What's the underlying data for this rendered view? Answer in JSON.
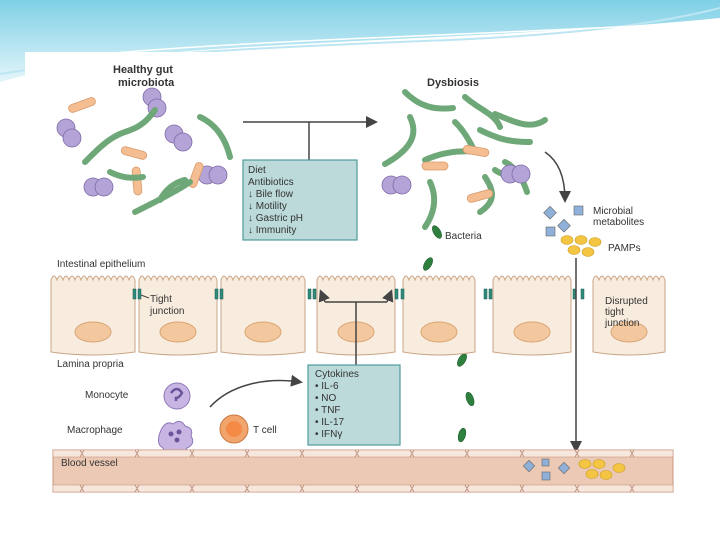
{
  "labels": {
    "healthy_line1": "Healthy gut",
    "healthy_line2": "microbiota",
    "dysbiosis": "Dysbiosis",
    "microbial_line1": "Microbial",
    "microbial_line2": "metabolites",
    "pamps": "PAMPs",
    "bacteria": "Bacteria",
    "intestinal_epithelium": "Intestinal epithelium",
    "tight_line1": "Tight",
    "tight_line2": "junction",
    "disrupted_line1": "Disrupted",
    "disrupted_line2": "tight",
    "disrupted_line3": "junction",
    "lamina_propria": "Lamina propria",
    "monocyte": "Monocyte",
    "macrophage": "Macrophage",
    "tcell": "T cell",
    "blood_vessel": "Blood vessel"
  },
  "factors_box": {
    "items": [
      "Diet",
      "Antibiotics",
      "↓ Bile flow",
      "↓ Motility",
      "↓ Gastric pH",
      "↓ Immunity"
    ]
  },
  "cytokines_box": {
    "title": "Cytokines",
    "items": [
      "• IL-6",
      "• NO",
      "• TNF",
      "• IL-17",
      "• IFNγ"
    ]
  },
  "colors": {
    "box_fill": "#bcdada",
    "box_stroke": "#4f9c9c",
    "cell_fill": "#f8ecde",
    "nucleus": "#f3c89e",
    "junction": "#2e8b7a",
    "purple": "#b4a3d6",
    "green_chain": "#9cc4a0",
    "rod": "#f4bd92",
    "vessel": "#ecc9b4",
    "bacteria_dark": "#2f7f3e"
  }
}
